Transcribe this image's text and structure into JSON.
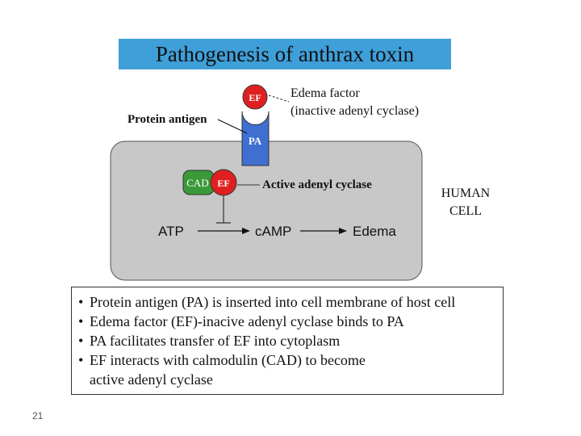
{
  "title": "Pathogenesis of anthrax toxin",
  "diagram": {
    "ef_label": "EF",
    "edema_factor_label": "Edema factor",
    "edema_factor_sub": "(inactive adenyl cyclase)",
    "protein_antigen_label": "Protein antigen",
    "pa_label": "PA",
    "cad_label": "CAD",
    "ef_active_label": "EF",
    "active_adenyl_label": "Active adenyl cyclase",
    "human_cell_line1": "HUMAN",
    "human_cell_line2": "CELL",
    "atp_label": "ATP",
    "camp_label": "cAMP",
    "edema_label": "Edema",
    "colors": {
      "ef_red": "#e02020",
      "pa_blue": "#3f6fd0",
      "cad_green": "#3a9a3a",
      "cell_gray": "#c8c8c8"
    }
  },
  "bullets": [
    "Protein antigen (PA) is inserted into cell membrane of host cell",
    "Edema factor (EF)-inacive adenyl cyclase binds to PA",
    "PA facilitates transfer of EF into cytoplasm",
    "EF interacts with calmodulin (CAD) to become",
    "active adenyl cyclase"
  ],
  "bullet_marker": "•",
  "slide_number": "21"
}
